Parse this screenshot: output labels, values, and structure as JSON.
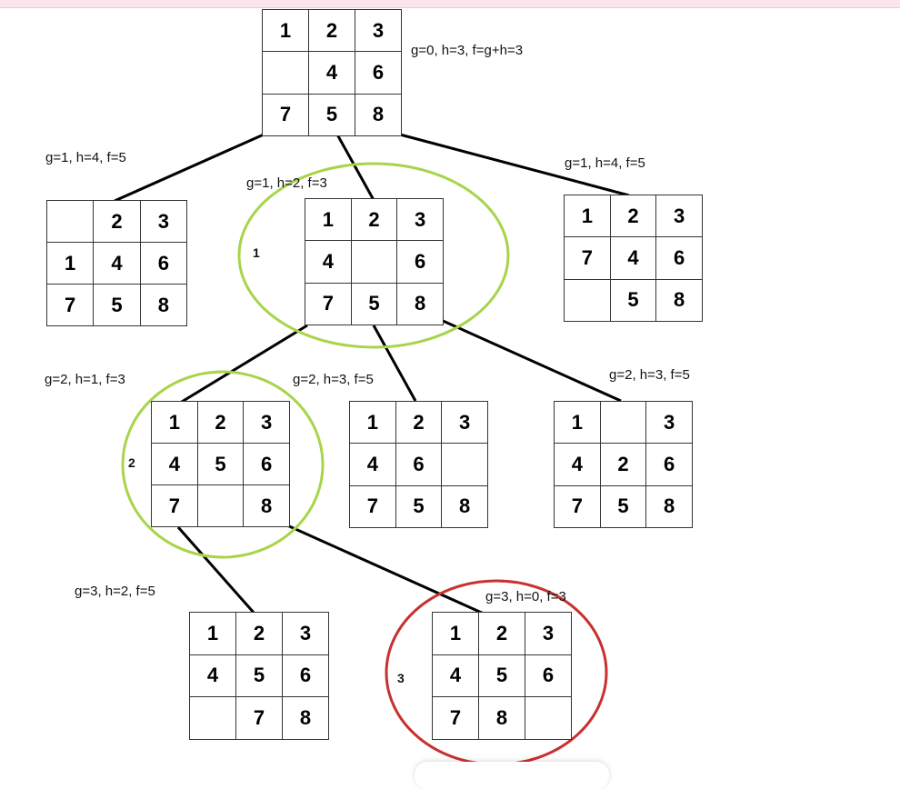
{
  "nodes": [
    {
      "id": "root",
      "label": "g=0, h=3, f=g+h=3",
      "cells": [
        "1",
        "2",
        "3",
        "",
        "4",
        "6",
        "7",
        "5",
        "8"
      ]
    },
    {
      "id": "l1_left",
      "label": "g=1, h=4, f=5",
      "cells": [
        "",
        "2",
        "3",
        "1",
        "4",
        "6",
        "7",
        "5",
        "8"
      ]
    },
    {
      "id": "l1_mid",
      "label": "g=1, h=2, f=3",
      "cells": [
        "1",
        "2",
        "3",
        "4",
        "",
        "6",
        "7",
        "5",
        "8"
      ]
    },
    {
      "id": "l1_right",
      "label": "g=1, h=4, f=5",
      "cells": [
        "1",
        "2",
        "3",
        "7",
        "4",
        "6",
        "",
        "5",
        "8"
      ]
    },
    {
      "id": "l2_left",
      "label": "g=2, h=1, f=3",
      "cells": [
        "1",
        "2",
        "3",
        "4",
        "5",
        "6",
        "7",
        "",
        "8"
      ]
    },
    {
      "id": "l2_mid",
      "label": "g=2, h=3, f=5",
      "cells": [
        "1",
        "2",
        "3",
        "4",
        "6",
        "",
        "7",
        "5",
        "8"
      ]
    },
    {
      "id": "l2_right",
      "label": "g=2, h=3, f=5",
      "cells": [
        "1",
        "",
        "3",
        "4",
        "2",
        "6",
        "7",
        "5",
        "8"
      ]
    },
    {
      "id": "l3_left",
      "label": "g=3, h=2, f=5",
      "cells": [
        "1",
        "2",
        "3",
        "4",
        "5",
        "6",
        "",
        "7",
        "8"
      ]
    },
    {
      "id": "l3_right",
      "label": "g=3, h=0, f=3",
      "cells": [
        "1",
        "2",
        "3",
        "4",
        "5",
        "6",
        "7",
        "8",
        ""
      ]
    }
  ],
  "steps": [
    "1",
    "2",
    "3"
  ],
  "colors": {
    "path_circle": "#a8d44a",
    "goal_circle": "#c8312f",
    "edge": "#000000"
  }
}
